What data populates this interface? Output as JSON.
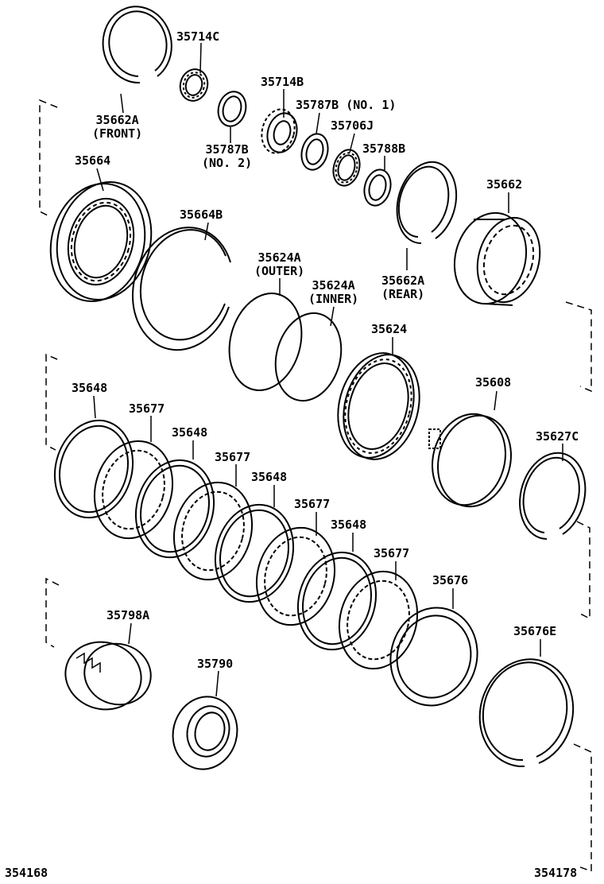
{
  "labels": {
    "l35714C": "35714C",
    "l35662A_front": "35662A",
    "l35662A_front_note": "(FRONT)",
    "l35714B": "35714B",
    "l35787B_no1": "35787B",
    "l35787B_no1_note": "(NO. 1)",
    "l35787B_no2": "35787B",
    "l35787B_no2_note": "(NO. 2)",
    "l35706J": "35706J",
    "l35788B": "35788B",
    "l35664": "35664",
    "l35664B": "35664B",
    "l35662": "35662",
    "l35624A_outer": "35624A",
    "l35624A_outer_note": "(OUTER)",
    "l35624A_inner": "35624A",
    "l35624A_inner_note": "(INNER)",
    "l35662A_rear": "35662A",
    "l35662A_rear_note": "(REAR)",
    "l35624": "35624",
    "l35648_1": "35648",
    "l35677_1": "35677",
    "l35648_2": "35648",
    "l35677_2": "35677",
    "l35648_3": "35648",
    "l35677_3": "35677",
    "l35648_4": "35648",
    "l35677_4": "35677",
    "l35608": "35608",
    "l35627C": "35627C",
    "l35676": "35676",
    "l35676E": "35676E",
    "l35798A": "35798A",
    "l35790": "35790"
  },
  "footer": {
    "left_code": "354168",
    "right_code": "354178"
  }
}
